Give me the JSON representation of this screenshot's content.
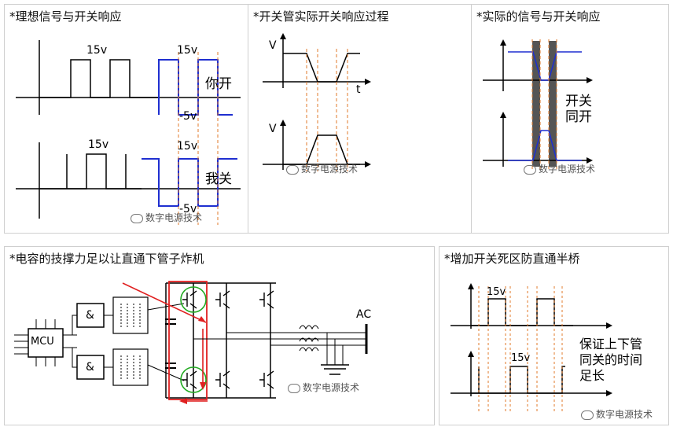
{
  "panels": {
    "p1": {
      "title": "*理想信号与开关响应",
      "v_top_left": "15v",
      "v_top_right": "15v",
      "v_neg_top": "-5v",
      "label_top": "你开",
      "v_bot_left": "15v",
      "v_bot_right": "15v",
      "v_neg_bot": "-5v",
      "label_bot": "我关",
      "watermark": "数字电源技术"
    },
    "p2": {
      "title": "*开关管实际开关响应过程",
      "v_axis_top": "V",
      "t_axis": "t",
      "v_axis_bot": "V",
      "watermark": "数字电源技术"
    },
    "p3": {
      "title": "*实际的信号与开关响应",
      "label_line1": "开关",
      "label_line2": "同开",
      "watermark": "数字电源技术"
    },
    "p4": {
      "title": "*电容的技撑力足以让直通下管子炸机",
      "mcu": "MCU",
      "and1": "&",
      "and2": "&",
      "ac": "AC",
      "watermark": "数字电源技术"
    },
    "p5": {
      "title": "*增加开关死区防直通半桥",
      "v_top": "15v",
      "v_bot": "15v",
      "note_line1": "保证上下管",
      "note_line2": "同关的时间",
      "note_line3": "足长",
      "watermark": "数字电源技术"
    }
  },
  "colors": {
    "signal": "#000000",
    "response": "#1f2fd0",
    "deadtime": "#e07a2a",
    "highlight_red": "#e02020",
    "highlight_green": "#22aa22",
    "shade": "#555555"
  }
}
